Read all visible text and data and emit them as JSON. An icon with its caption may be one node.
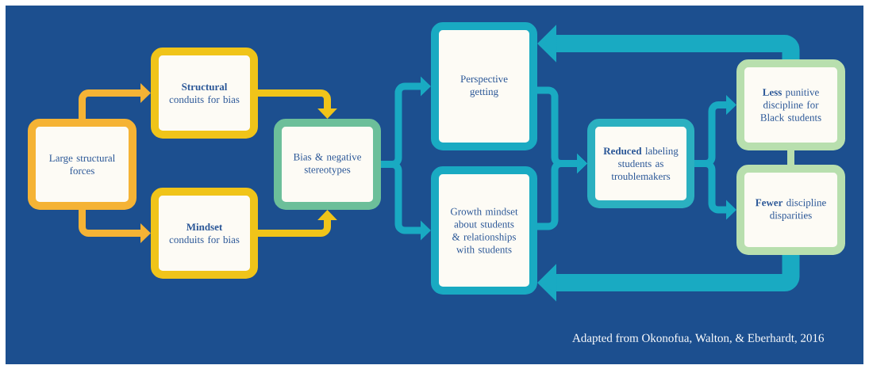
{
  "diagram": {
    "nodes": [
      {
        "text": [
          "Large structural forces"
        ]
      },
      {
        "text": [
          "**Structural** conduits for bias"
        ]
      },
      {
        "text": [
          "**Mindset** conduits for bias"
        ]
      },
      {
        "text": [
          "Bias & negative stereotypes"
        ]
      },
      {
        "text": [
          "Perspective getting"
        ]
      },
      {
        "text": [
          "Growth mindset about students & relationships with students"
        ]
      },
      {
        "text": [
          "**Reduced** labeling students as troublemakers"
        ]
      },
      {
        "text": [
          "**Less** punitive discipline for Black students"
        ]
      },
      {
        "text": [
          "**Fewer** discipline disparities"
        ]
      }
    ],
    "edges": [
      {
        "from": 0,
        "to": 1,
        "arrow": "to",
        "color": "#f5b335"
      },
      {
        "from": 0,
        "to": 2,
        "arrow": "to",
        "color": "#f5b335"
      },
      {
        "from": 1,
        "to": 3,
        "arrow": "to",
        "color": "#f0c419"
      },
      {
        "from": 2,
        "to": 3,
        "arrow": "to",
        "color": "#f0c419"
      },
      {
        "from": 3,
        "to": 4,
        "arrow": "to"
      },
      {
        "from": 3,
        "to": 5,
        "arrow": "to"
      },
      {
        "from": 4,
        "to": 6,
        "arrow": "to"
      },
      {
        "from": 5,
        "to": 6,
        "arrow": "to"
      },
      {
        "from": 6,
        "to": 7,
        "arrow": "to"
      },
      {
        "from": 6,
        "to": 8,
        "arrow": "to"
      },
      {
        "from": 7,
        "to": 8,
        "arrow": "none",
        "color": "#b8dfae"
      },
      {
        "from": 7,
        "to": 4,
        "arrow": "to",
        "style": "thick"
      },
      {
        "from": 8,
        "to": 5,
        "arrow": "to",
        "style": "thick"
      }
    ],
    "labels": [
      "Adapted from Okonofua, Walton, & Eberhardt, 2016"
    ]
  }
}
